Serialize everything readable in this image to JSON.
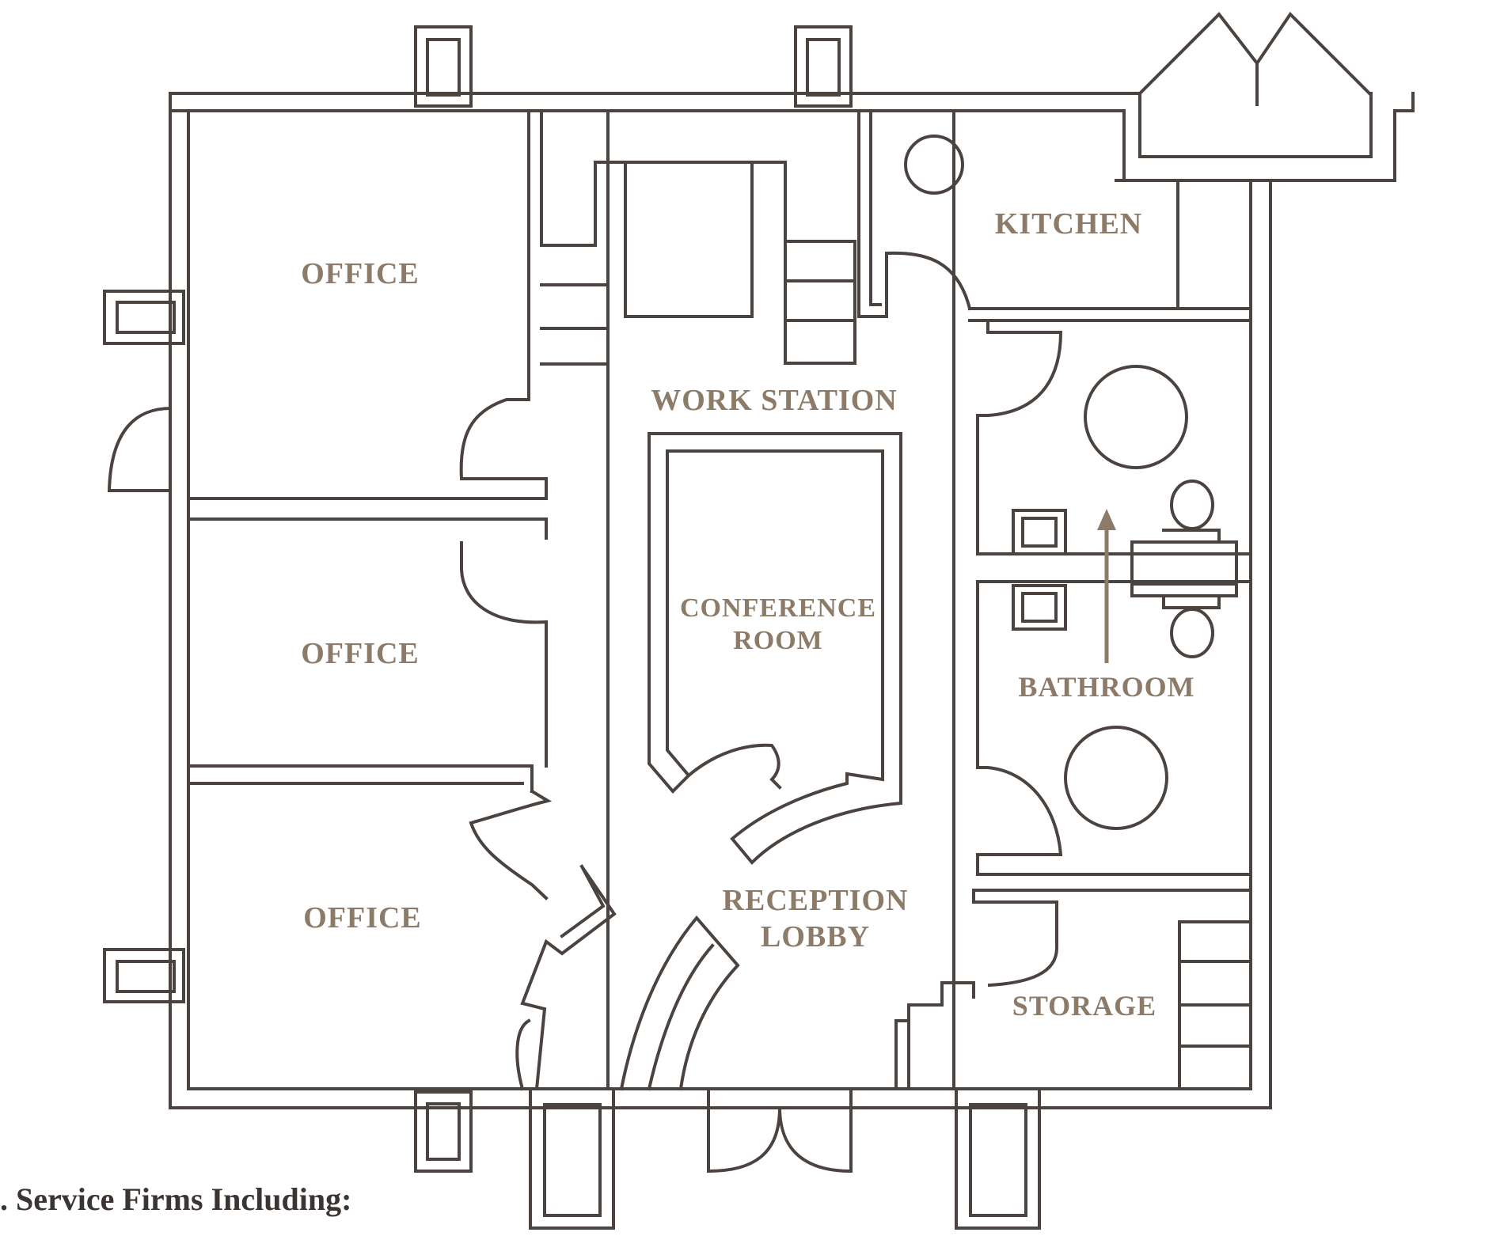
{
  "rooms": {
    "office_top": "OFFICE",
    "office_middle": "OFFICE",
    "office_bottom": "OFFICE",
    "work_station": "WORK STATION",
    "conference_line1": "CONFERENCE",
    "conference_line2": "ROOM",
    "reception_line1": "RECEPTION",
    "reception_line2": "LOBBY",
    "kitchen": "KITCHEN",
    "bathroom": "BATHROOM",
    "storage": "STORAGE"
  },
  "caption": ". Service Firms Including:",
  "colors": {
    "wall": "#4a4340",
    "label": "#8c7b68",
    "arrow": "#8c7b68",
    "background": "#ffffff"
  },
  "icons": [
    "up-arrow-icon"
  ]
}
